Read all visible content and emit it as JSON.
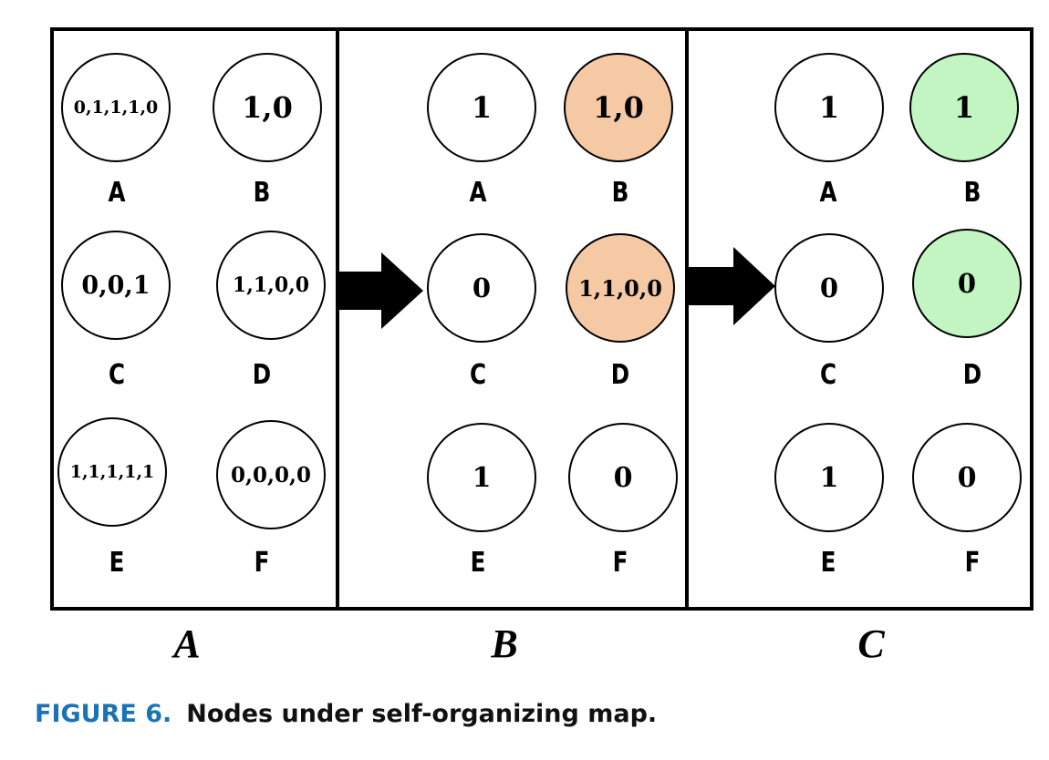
{
  "colors": {
    "highlight_orange": "#f6c9a5",
    "highlight_green": "#c2f5c2",
    "caption_accent": "#1a73b5"
  },
  "panels": [
    {
      "label": "A",
      "nodes": [
        {
          "id": "A",
          "value": "0,1,1,1,0",
          "highlight": null
        },
        {
          "id": "B",
          "value": "1,0",
          "highlight": null
        },
        {
          "id": "C",
          "value": "0,0,1",
          "highlight": null
        },
        {
          "id": "D",
          "value": "1,1,0,0",
          "highlight": null
        },
        {
          "id": "E",
          "value": "1,1,1,1,1",
          "highlight": null
        },
        {
          "id": "F",
          "value": "0,0,0,0",
          "highlight": null
        }
      ]
    },
    {
      "label": "B",
      "nodes": [
        {
          "id": "A",
          "value": "1",
          "highlight": null
        },
        {
          "id": "B",
          "value": "1,0",
          "highlight": "orange"
        },
        {
          "id": "C",
          "value": "0",
          "highlight": null
        },
        {
          "id": "D",
          "value": "1,1,0,0",
          "highlight": "orange"
        },
        {
          "id": "E",
          "value": "1",
          "highlight": null
        },
        {
          "id": "F",
          "value": "0",
          "highlight": null
        }
      ]
    },
    {
      "label": "C",
      "nodes": [
        {
          "id": "A",
          "value": "1",
          "highlight": null
        },
        {
          "id": "B",
          "value": "1",
          "highlight": "green"
        },
        {
          "id": "C",
          "value": "0",
          "highlight": null
        },
        {
          "id": "D",
          "value": "0",
          "highlight": "green"
        },
        {
          "id": "E",
          "value": "1",
          "highlight": null
        },
        {
          "id": "F",
          "value": "0",
          "highlight": null
        }
      ]
    }
  ],
  "arrows": [
    {
      "from": "A",
      "to": "B",
      "icon": "right-arrow-icon"
    },
    {
      "from": "B",
      "to": "C",
      "icon": "right-arrow-icon"
    }
  ],
  "caption": {
    "figure_number": "FIGURE 6.",
    "text": "Nodes under self-organizing map."
  }
}
